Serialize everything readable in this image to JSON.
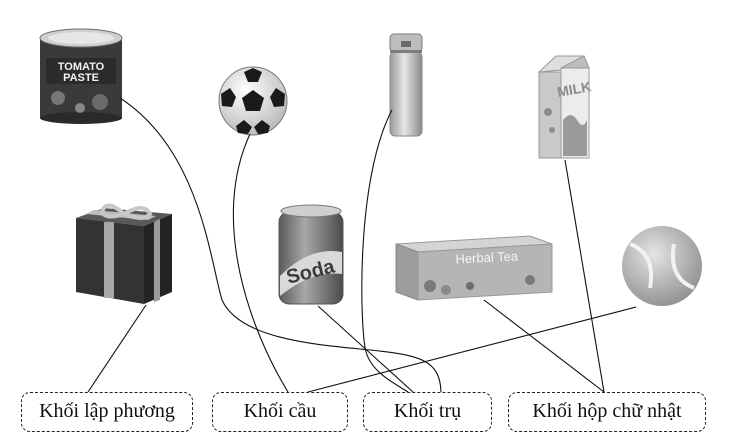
{
  "labels": {
    "cube": "Khối lập phương",
    "sphere": "Khối cầu",
    "cylinder": "Khối trụ",
    "cuboid": "Khối hộp chữ nhật"
  },
  "objects": {
    "tomato_can": {
      "icon": "tomato-paste-can-icon",
      "text_line1": "TOMATO",
      "text_line2": "PASTE"
    },
    "soccer_ball": {
      "icon": "soccer-ball-icon"
    },
    "thermos": {
      "icon": "thermos-bottle-icon"
    },
    "milk_carton": {
      "icon": "milk-carton-icon",
      "text": "MILK"
    },
    "gift_box": {
      "icon": "gift-box-icon"
    },
    "soda_can": {
      "icon": "soda-can-icon",
      "text": "Soda"
    },
    "tea_box": {
      "icon": "herbal-tea-box-icon",
      "text": "Herbal Tea"
    },
    "tennis_ball": {
      "icon": "tennis-ball-icon"
    }
  },
  "colors": {
    "line": "#111111",
    "border": "#222222"
  }
}
